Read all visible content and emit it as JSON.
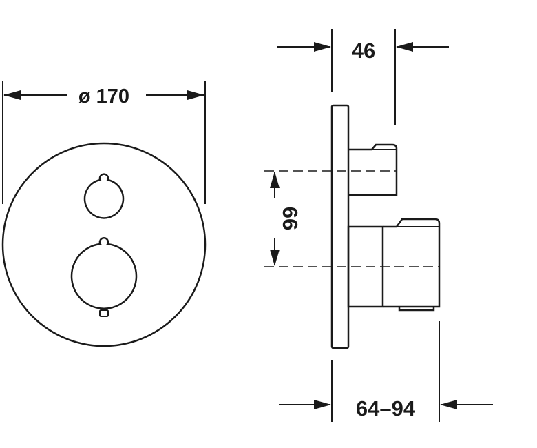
{
  "dimensions": {
    "diameter_label": "ø 170",
    "depth_label": "46",
    "spacing_label": "66",
    "projection_label": "64–94"
  },
  "colors": {
    "line": "#1a1a1a",
    "background": "#ffffff"
  }
}
